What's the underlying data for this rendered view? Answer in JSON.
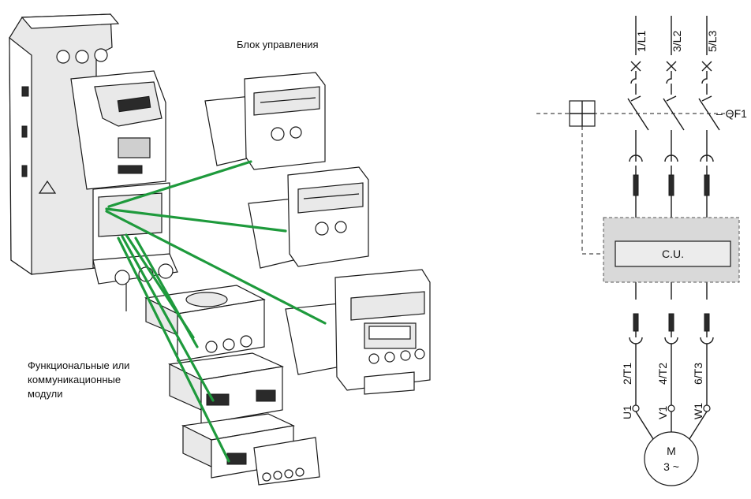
{
  "labels": {
    "control_unit": "Блок управления",
    "modules": [
      "Функциональные или",
      "коммуникационные",
      "модули"
    ]
  },
  "schematic": {
    "supply_terminals": [
      "1/L1",
      "3/L2",
      "5/L3"
    ],
    "breaker": "– QF1",
    "control_unit": "C.U.",
    "output_terminals": [
      "2/T1",
      "4/T2",
      "6/T3"
    ],
    "motor_terminals": [
      "U1",
      "V1",
      "W1"
    ],
    "motor_label": "M",
    "motor_phase": "3 ~"
  },
  "colors": {
    "link": "#1e9a3c",
    "shade": "#d9d9d9",
    "unit": "#ececec"
  }
}
